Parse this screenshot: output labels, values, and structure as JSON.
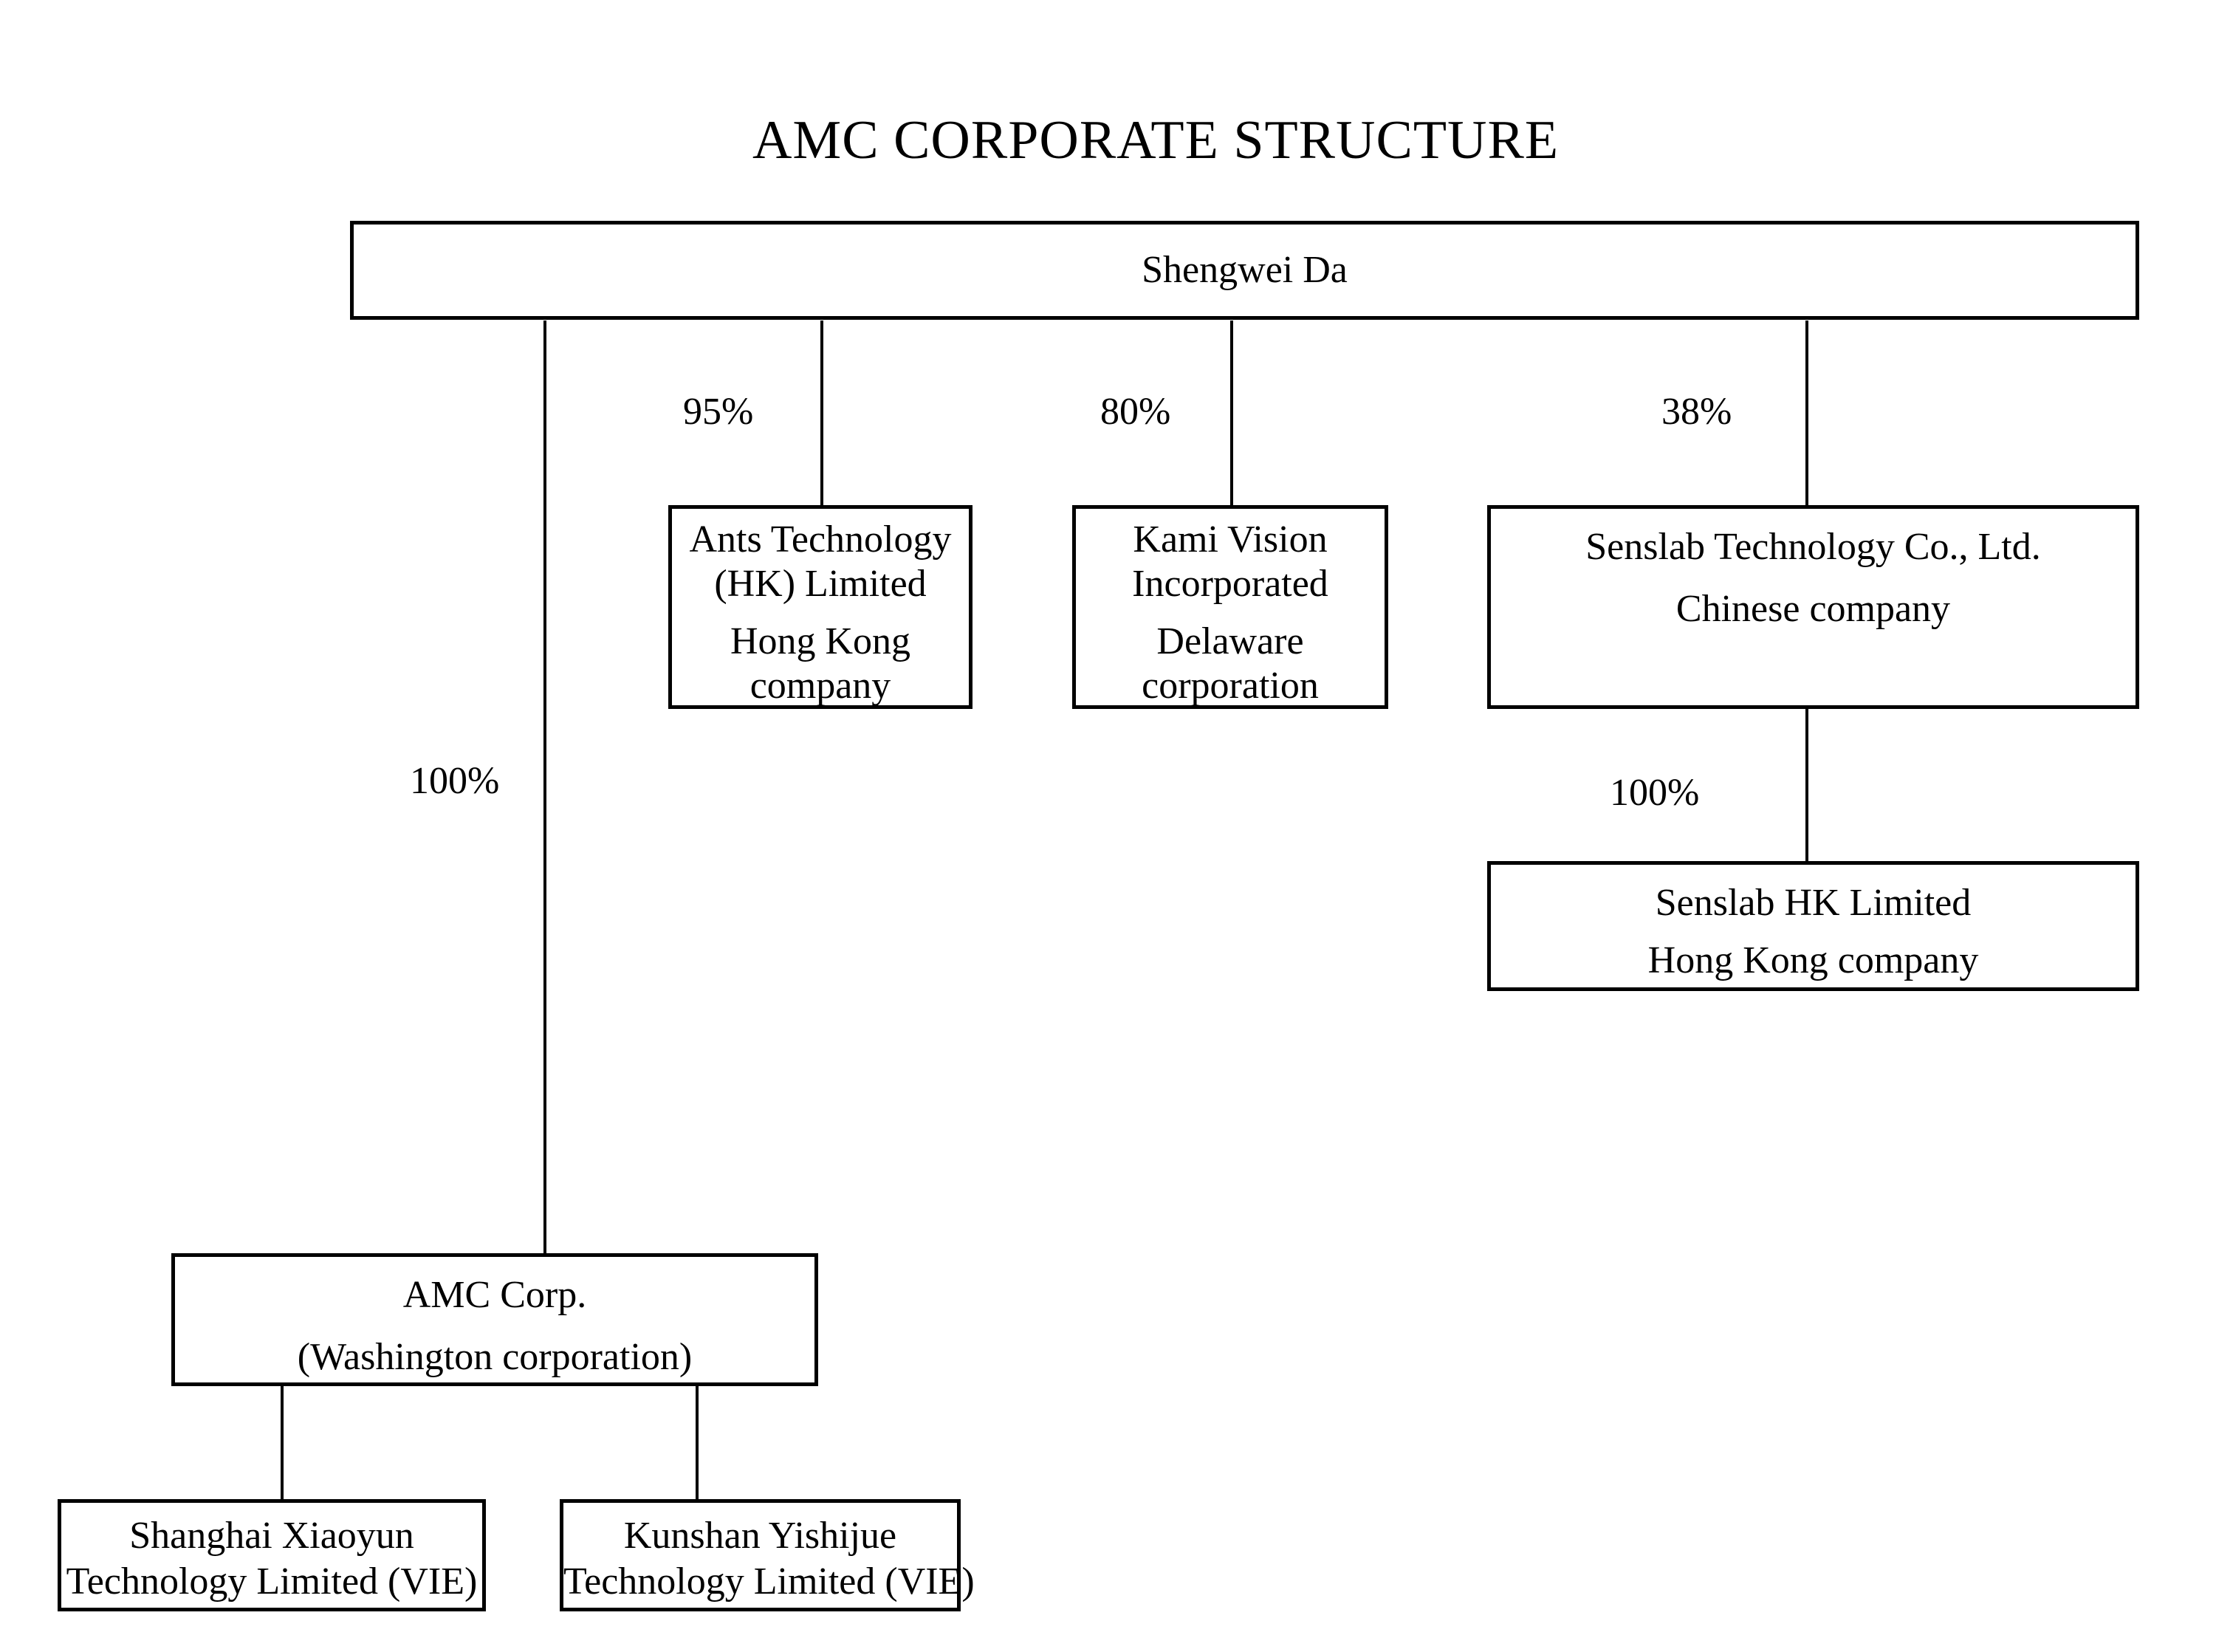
{
  "title": "AMC CORPORATE STRUCTURE",
  "boxes": {
    "shengwei": {
      "line1": "Shengwei Da"
    },
    "ants": {
      "line1": "Ants Technology",
      "line2": "(HK) Limited",
      "line3": "Hong Kong",
      "line4": "company"
    },
    "kami": {
      "line1": "Kami Vision",
      "line2": "Incorporated",
      "line3": "Delaware",
      "line4": "corporation"
    },
    "senslab": {
      "line1": "Senslab Technology Co., Ltd.",
      "line2": "Chinese company"
    },
    "senslab_hk": {
      "line1": "Senslab HK Limited",
      "line2": "Hong Kong company"
    },
    "amc": {
      "line1": "AMC Corp.",
      "line2": "(Washington corporation)"
    },
    "shanghai": {
      "line1": "Shanghai Xiaoyun",
      "line2": "Technology Limited (VIE)"
    },
    "kunshan": {
      "line1": "Kunshan Yishijue",
      "line2": "Technology Limited (VIE)"
    }
  },
  "ownership": {
    "ants": "95%",
    "kami": "80%",
    "senslab": "38%",
    "amc": "100%",
    "senslab_hk": "100%"
  },
  "colors": {
    "line": "#000000",
    "background": "#ffffff",
    "text": "#000000"
  }
}
